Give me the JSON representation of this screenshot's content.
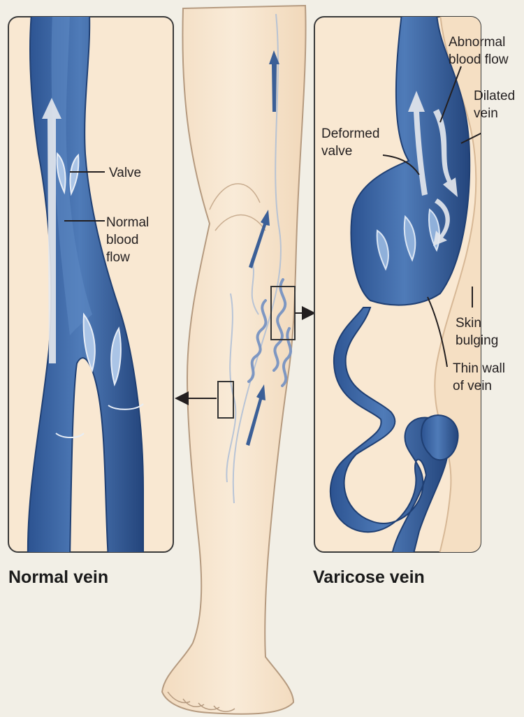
{
  "panels": {
    "normal": {
      "caption": "Normal vein",
      "labels": {
        "valve": "Valve",
        "flow": [
          "Normal",
          "blood",
          "flow"
        ]
      }
    },
    "varicose": {
      "caption": "Varicose vein",
      "labels": {
        "abnormal_flow": [
          "Abnormal",
          "blood flow"
        ],
        "dilated": [
          "Dilated",
          "vein"
        ],
        "deformed": [
          "Deformed",
          "valve"
        ],
        "skin": [
          "Skin",
          "bulging"
        ],
        "thin_wall": [
          "Thin wall",
          "of vein"
        ]
      }
    }
  },
  "colors": {
    "background": "#f2efe6",
    "panel_bg": "#f9e8d2",
    "skin": "#f7e6cf",
    "skin_outline": "#b59a7f",
    "vein": "#3f6aa6",
    "vein_dark": "#1f3f73",
    "vein_light": "#7ea4d6",
    "flow_arrow": "#e6e9ee",
    "frame": "#3a3a3a"
  }
}
